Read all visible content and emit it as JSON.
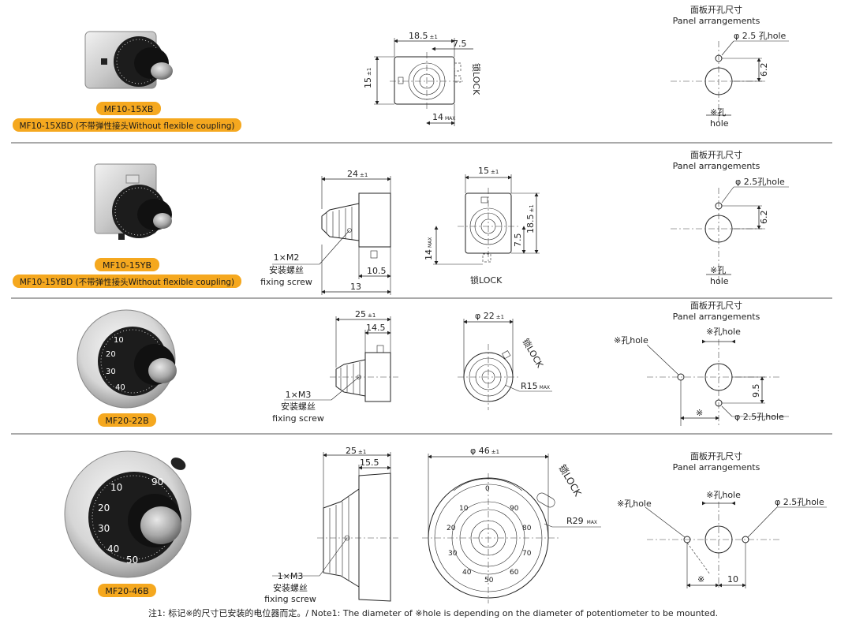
{
  "sections": [
    {
      "model": "MF10-15XB",
      "variant": "MF10-15XBD (不带弹性接头Without flexible coupling)",
      "front_dims": {
        "width": "18.5",
        "tol": "±1",
        "offset": "7.5",
        "height": "15",
        "height_tol": "±1",
        "bottom": "14",
        "bottom_sub": "MAX",
        "lock": "锁LOCK"
      },
      "panel": {
        "title_cn": "面板开孔尺寸",
        "title_en": "Panel arrangements",
        "small_hole": "φ 2.5 孔hole",
        "spacing": "6.2",
        "mark": "※孔",
        "hole": "hole"
      }
    },
    {
      "model": "MF10-15YB",
      "variant": "MF10-15YBD (不带弹性接头Without flexible coupling)",
      "side_dims": {
        "length": "24",
        "tol": "±1",
        "d1": "10.5",
        "d2": "13",
        "screw": "1×M2",
        "screw_cn": "安装螺丝",
        "screw_en": "fixing screw"
      },
      "front_dims": {
        "width": "15",
        "tol": "±1",
        "height": "18.5",
        "height_tol": "±1",
        "h2": "7.5",
        "left": "14",
        "left_sub": "MAX",
        "lock": "锁LOCK"
      },
      "panel": {
        "title_cn": "面板开孔尺寸",
        "title_en": "Panel arrangements",
        "small_hole": "φ 2.5孔hole",
        "spacing": "6.2",
        "mark": "※孔",
        "hole": "hole"
      }
    },
    {
      "model": "MF20-22B",
      "side_dims": {
        "length": "25",
        "tol": "±1",
        "d1": "14.5",
        "screw": "1×M3",
        "screw_cn": "安装螺丝",
        "screw_en": "fixing screw"
      },
      "front_dims": {
        "dia": "φ 22",
        "tol": "±1",
        "radius": "R15",
        "radius_sub": "MAX",
        "lock": "锁LOCK"
      },
      "panel": {
        "title_cn": "面板开孔尺寸",
        "title_en": "Panel arrangements",
        "mark_hole_top": "※孔hole",
        "mark_hole_left": "※孔hole",
        "small_hole": "φ 2.5孔hole",
        "spacing": "9.5",
        "mark": "※"
      }
    },
    {
      "model": "MF20-46B",
      "side_dims": {
        "length": "25",
        "tol": "±1",
        "d1": "15.5",
        "screw": "1×M3",
        "screw_cn": "安装螺丝",
        "screw_en": "fixing screw"
      },
      "front_dims": {
        "dia": "φ 46",
        "tol": "±1",
        "radius": "R29",
        "radius_sub": "MAX",
        "lock": "锁LOCK"
      },
      "panel": {
        "title_cn": "面板开孔尺寸",
        "title_en": "Panel arrangements",
        "mark_hole_top": "※孔hole",
        "mark_hole_left": "※孔hole",
        "small_hole": "φ 2.5孔hole",
        "spacing": "10",
        "mark": "※"
      }
    }
  ],
  "dial_numbers_small": [
    "0",
    "10",
    "20",
    "30",
    "40",
    "50"
  ],
  "dial_numbers_large": [
    "0",
    "10",
    "20",
    "30",
    "40",
    "50",
    "60",
    "70",
    "80",
    "90"
  ],
  "note": "注1: 标记※的尺寸已安装的电位器而定。/ Note1: The diameter of ※hole is depending on the diameter of potentiometer to be mounted.",
  "colors": {
    "badge": "#f5a81f",
    "line": "#222222",
    "separator": "#555555"
  }
}
